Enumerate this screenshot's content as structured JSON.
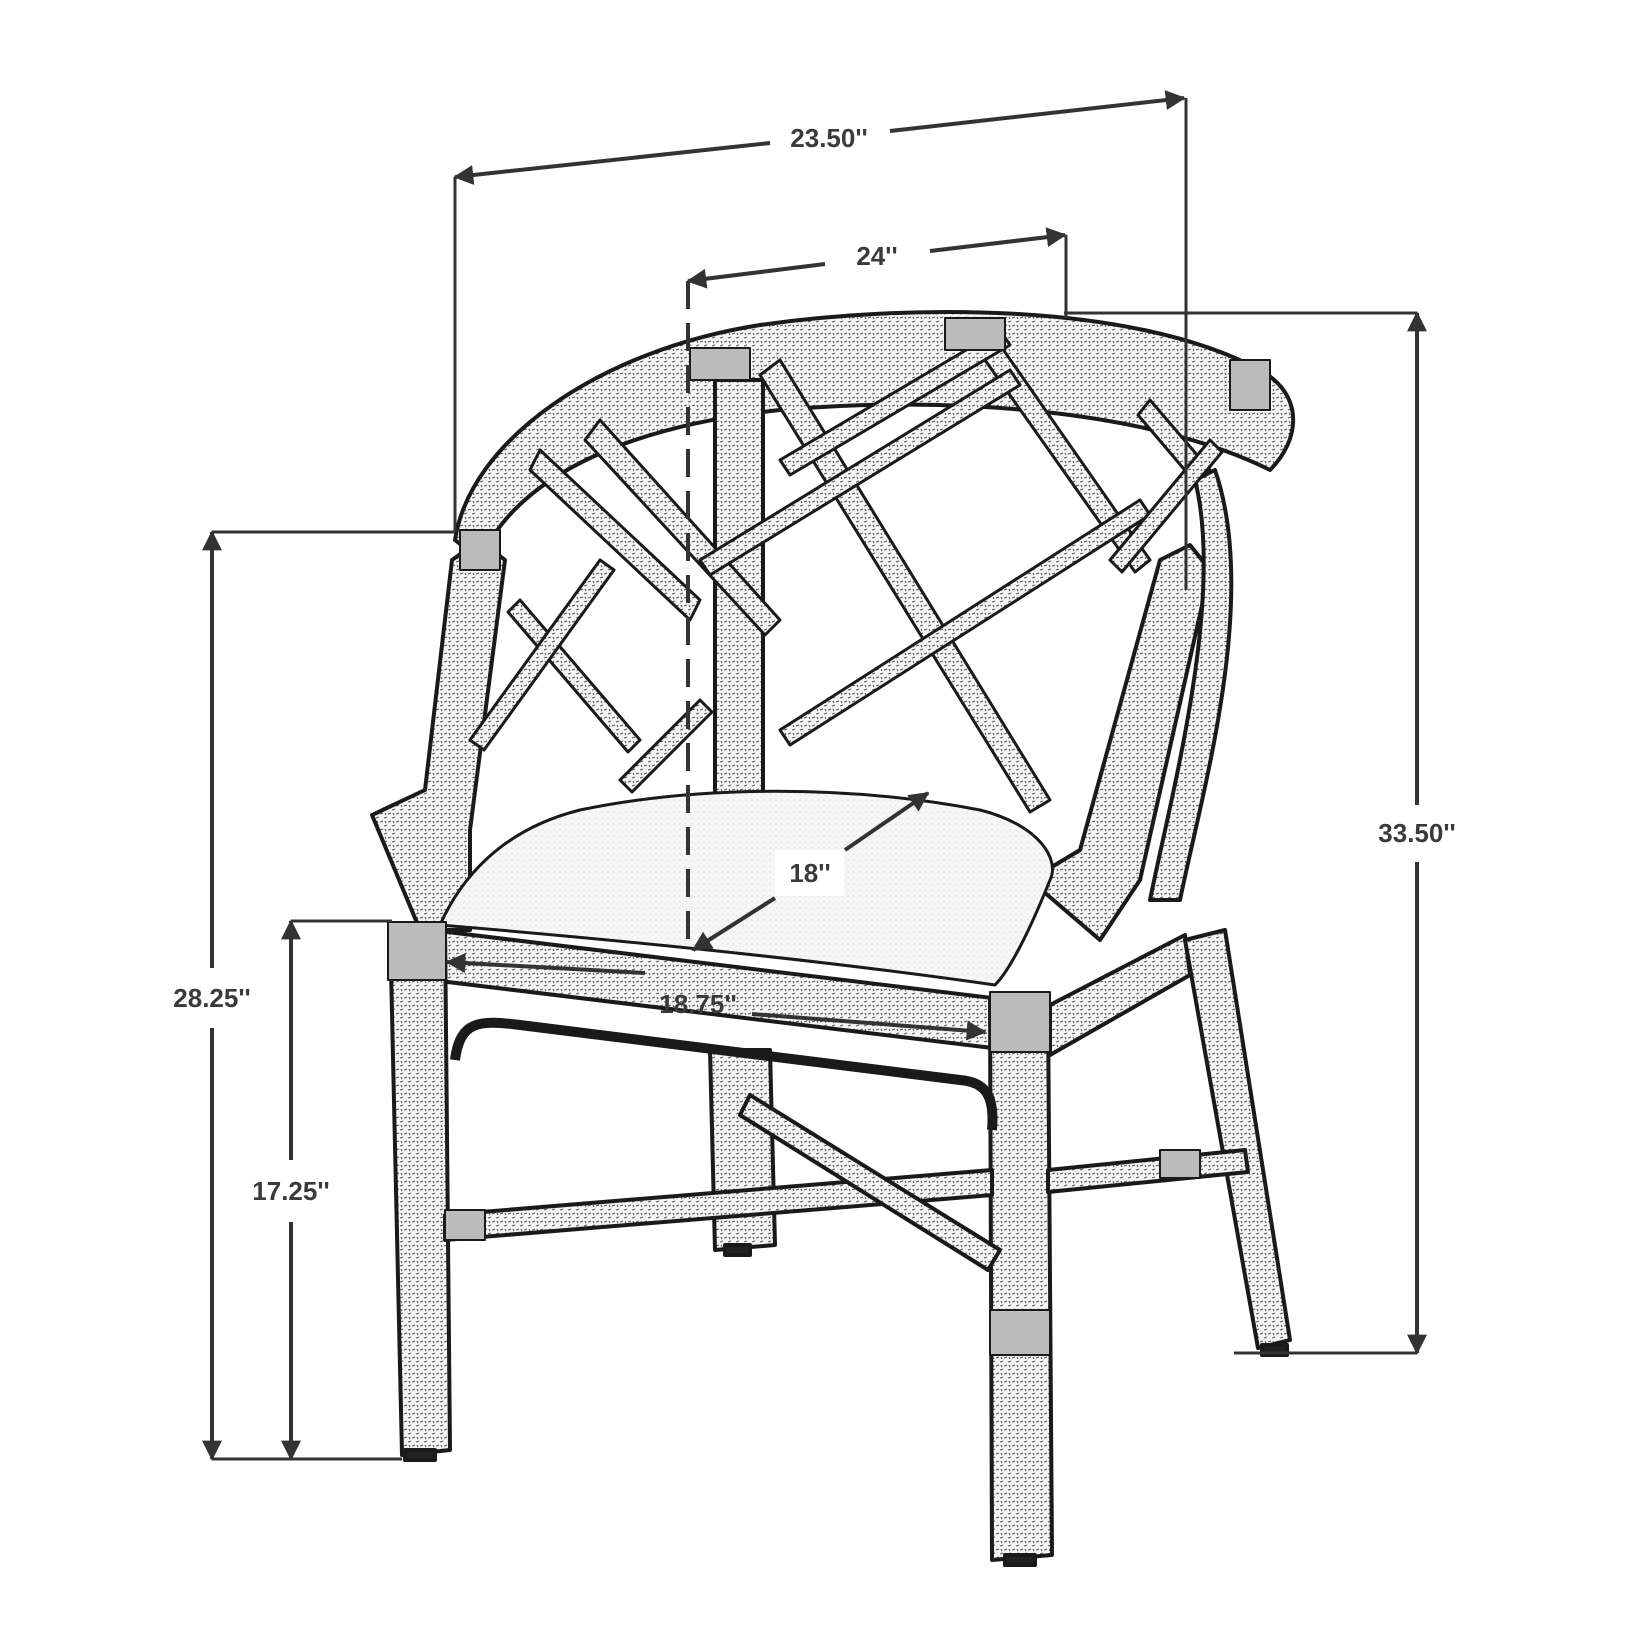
{
  "diagram": {
    "subject": "Rattan barrel-back dining chair with cushioned seat and Chippendale lattice back",
    "line_color": "#333333",
    "dimensions": {
      "overall_width": "23.50''",
      "back_inner_width": "24''",
      "overall_height": "33.50''",
      "arm_height": "28.25''",
      "seat_height": "17.25''",
      "seat_depth": "18''",
      "seat_width": "18.75''"
    }
  }
}
